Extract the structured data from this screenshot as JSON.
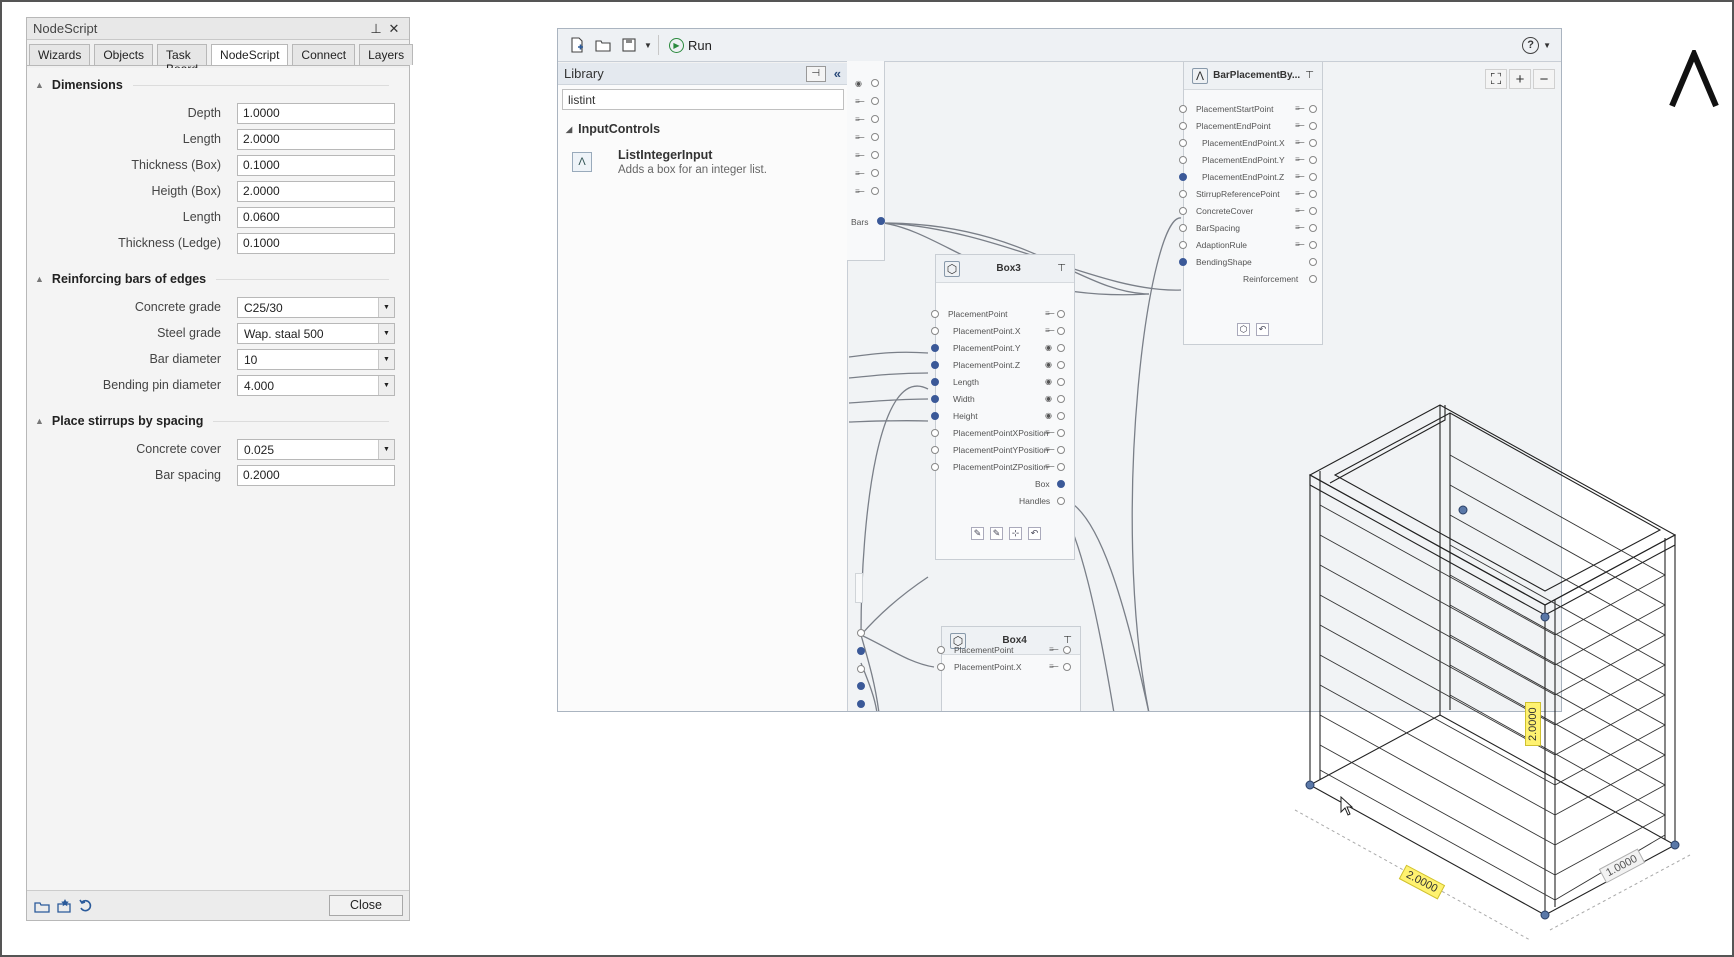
{
  "panel": {
    "title": "NodeScript",
    "pin_glyph": "⊥",
    "close_glyph": "✕",
    "tabs": [
      "Wizards",
      "Objects",
      "Task Board",
      "NodeScript",
      "Connect",
      "Layers"
    ],
    "active_tab": "NodeScript",
    "sections": {
      "dimensions": {
        "title": "Dimensions",
        "rows": [
          {
            "label": "Depth",
            "value": "1.0000"
          },
          {
            "label": "Length",
            "value": "2.0000"
          },
          {
            "label": "Thickness (Box)",
            "value": "0.1000"
          },
          {
            "label": "Heigth (Box)",
            "value": "2.0000"
          },
          {
            "label": "Length",
            "value": "0.0600"
          },
          {
            "label": "Thickness (Ledge)",
            "value": "0.1000"
          }
        ]
      },
      "reinforcing": {
        "title": "Reinforcing bars of edges",
        "rows": [
          {
            "label": "Concrete grade",
            "value": "C25/30"
          },
          {
            "label": "Steel grade",
            "value": "Wap. staal 500"
          },
          {
            "label": "Bar diameter",
            "value": "10"
          },
          {
            "label": "Bending pin diameter",
            "value": "4.000"
          }
        ]
      },
      "stirrups": {
        "title": "Place stirrups by spacing",
        "rows": [
          {
            "label": "Concrete cover",
            "value": "0.025"
          },
          {
            "label": "Bar spacing",
            "value": "0.2000"
          }
        ]
      }
    },
    "close_label": "Close"
  },
  "toolbar": {
    "run_label": "Run"
  },
  "library": {
    "title": "Library",
    "search_value": "listint",
    "category": "InputControls",
    "item_name": "ListIntegerInput",
    "item_desc": "Adds a box for an integer list."
  },
  "graph": {
    "left_node_port": "Bars",
    "box3": {
      "title": "Box3",
      "inputs": [
        "PlacementPoint",
        "PlacementPoint.X",
        "PlacementPoint.Y",
        "PlacementPoint.Z",
        "Length",
        "Width",
        "Height",
        "PlacementPointXPosition",
        "PlacementPointYPosition",
        "PlacementPointZPosition"
      ],
      "outputs": [
        "Box",
        "Handles"
      ]
    },
    "box4": {
      "title": "Box4",
      "inputs": [
        "PlacementPoint",
        "PlacementPoint.X"
      ]
    },
    "bar": {
      "title": "BarPlacementBy...",
      "inputs": [
        "PlacementStartPoint",
        "PlacementEndPoint",
        "PlacementEndPoint.X",
        "PlacementEndPoint.Y",
        "PlacementEndPoint.Z",
        "StirrupReferencePoint",
        "ConcreteCover",
        "BarSpacing",
        "AdaptionRule",
        "BendingShape"
      ],
      "output": "Reinforcement"
    }
  },
  "model": {
    "dim_height": "2.0000",
    "dim_length": "2.0000",
    "dim_depth": "1.0000"
  },
  "colors": {
    "port_connected": "#3b5998",
    "dimension_tag": "#fff270",
    "run_green": "#2b8a3e"
  }
}
